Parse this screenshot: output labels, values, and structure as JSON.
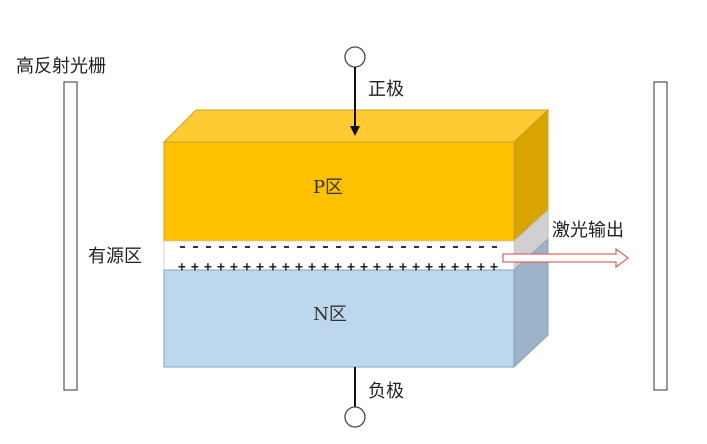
{
  "labels": {
    "high_reflect_grating": "高反射光栅",
    "positive_electrode": "正极",
    "negative_electrode": "负极",
    "p_region": "P区",
    "n_region": "N区",
    "active_region": "有源区",
    "laser_output": "激光输出"
  },
  "charges": {
    "negative_row": "- - - - - - - - - - - - - - - - - - - - - - - - -",
    "positive_row": "+++++++++++++++++++++++++"
  },
  "colors": {
    "p_front": "#FFC000",
    "p_top": "#FFCB33",
    "p_side": "#D9A300",
    "n_front": "#BDD7EE",
    "n_side": "#9DB3C9",
    "active_side": "#D0D0D0",
    "arrow_outline": "#E06666"
  }
}
